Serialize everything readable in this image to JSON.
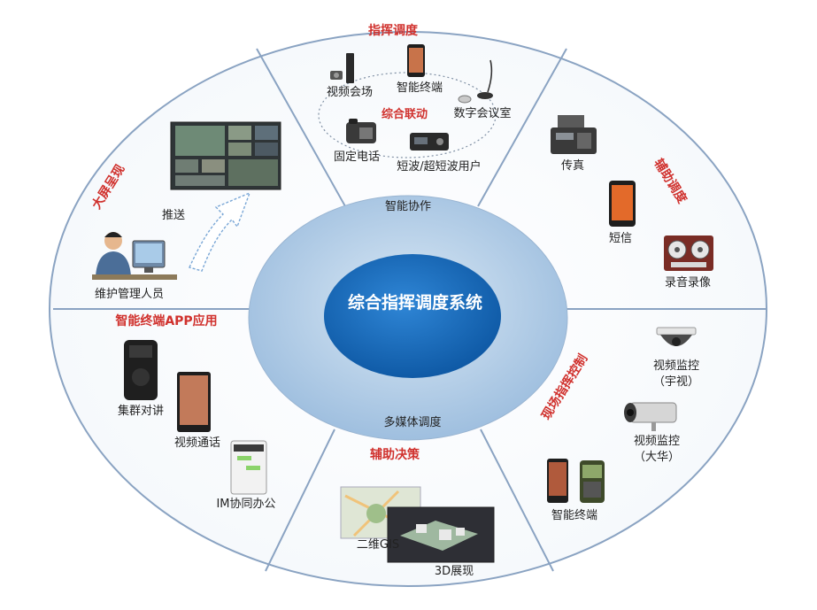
{
  "center": {
    "title": "综合指挥调度系统"
  },
  "ring": {
    "top": "智能协作",
    "bottom": "多媒体调度"
  },
  "sections": {
    "command": {
      "title": "指挥调度",
      "subtitle": "综合联动",
      "items": [
        "视频会场",
        "智能终端",
        "数字会议室",
        "固定电话",
        "短波/超短波用户"
      ]
    },
    "aux_dispatch": {
      "title": "辅助调度",
      "items": [
        "传真",
        "短信",
        "录音录像"
      ]
    },
    "field_control": {
      "title": "现场指挥控制",
      "items": [
        "视频监控\n（宇视）",
        "视频监控\n（大华）",
        "智能终端"
      ]
    },
    "aux_decision": {
      "title": "辅助决策",
      "items": [
        "二维GIS",
        "3D展现"
      ]
    },
    "app": {
      "title": "智能终端APP应用",
      "items": [
        "集群对讲",
        "视频通话",
        "IM协同办公"
      ]
    },
    "bigscreen": {
      "title": "大屏呈现",
      "push": "推送",
      "operator": "维护管理人员"
    }
  },
  "colors": {
    "section_title": "#d0312d",
    "center_fill": "#1466b8",
    "ring_fill": "#b9d3ea",
    "divider": "#8aa3c2"
  }
}
